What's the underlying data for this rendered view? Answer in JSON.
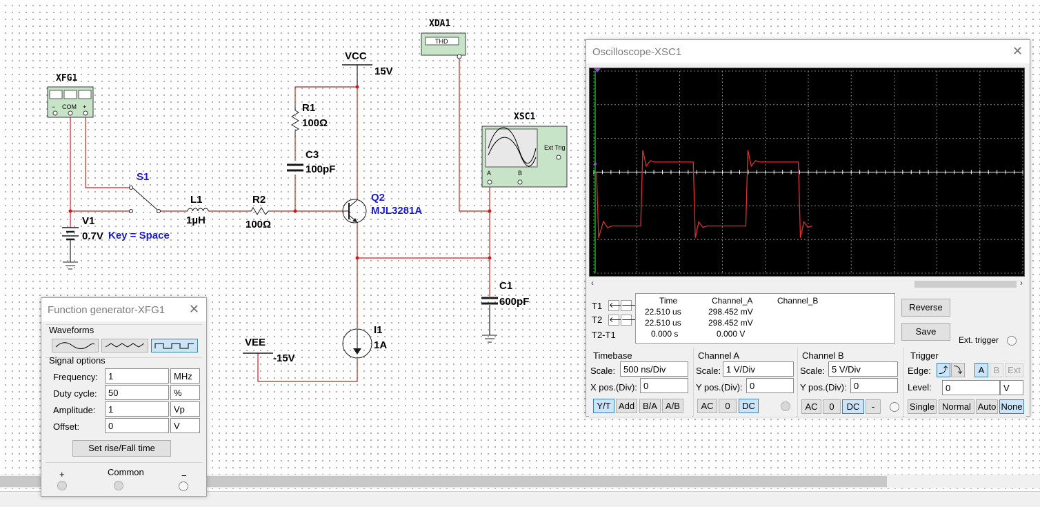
{
  "schematic": {
    "xfg1": {
      "ref": "XFG1",
      "com_label": "COM",
      "minus": "−",
      "plus": "+"
    },
    "xda1": {
      "ref": "XDA1",
      "label": "THD"
    },
    "xsc1": {
      "ref": "XSC1",
      "ext_trig": "Ext Trig",
      "a": "A",
      "b": "B"
    },
    "vcc": {
      "name": "VCC",
      "value": "15V"
    },
    "vee": {
      "name": "VEE",
      "value": "-15V"
    },
    "r1": {
      "ref": "R1",
      "value": "100Ω"
    },
    "r2": {
      "ref": "R2",
      "value": "100Ω"
    },
    "c3": {
      "ref": "C3",
      "value": "100pF"
    },
    "c1": {
      "ref": "C1",
      "value": "600pF"
    },
    "l1": {
      "ref": "L1",
      "value": "1µH"
    },
    "v1": {
      "ref": "V1",
      "value": "0.7V"
    },
    "s1": {
      "ref": "S1",
      "key": "Key = Space"
    },
    "q2": {
      "ref": "Q2",
      "model": "MJL3281A"
    },
    "i1": {
      "ref": "I1",
      "value": "1A"
    }
  },
  "function_generator": {
    "title": "Function generator-XFG1",
    "waveforms_label": "Waveforms",
    "waveforms": [
      "sine-wave-icon",
      "triangle-wave-icon",
      "square-wave-icon"
    ],
    "selected_waveform": "square",
    "signal_options_label": "Signal options",
    "fields": [
      {
        "label": "Frequency:",
        "value": "1",
        "unit": "MHz"
      },
      {
        "label": "Duty cycle:",
        "value": "50",
        "unit": "%"
      },
      {
        "label": "Amplitude:",
        "value": "1",
        "unit": "Vp"
      },
      {
        "label": "Offset:",
        "value": "0",
        "unit": "V"
      }
    ],
    "rise_fall_button": "Set rise/Fall time",
    "terminals": {
      "plus": "+",
      "common": "Common",
      "minus": "−"
    }
  },
  "oscilloscope": {
    "title": "Oscilloscope-XSC1",
    "trace_color": "#e03030",
    "t_rows": [
      {
        "label": "T1",
        "time": "22.510 us",
        "cha": "298.452 mV",
        "chb": ""
      },
      {
        "label": "T2",
        "time": "22.510 us",
        "cha": "298.452 mV",
        "chb": ""
      },
      {
        "label": "T2-T1",
        "time": "0.000 s",
        "cha": "0.000 V",
        "chb": ""
      }
    ],
    "headers": {
      "time": "Time",
      "cha": "Channel_A",
      "chb": "Channel_B"
    },
    "reverse_button": "Reverse",
    "save_button": "Save",
    "ext_trigger": "Ext. trigger",
    "timebase": {
      "title": "Timebase",
      "scale_label": "Scale:",
      "scale": "500 ns/Div",
      "xpos_label": "X pos.(Div):",
      "xpos": "0",
      "buttons": [
        "Y/T",
        "Add",
        "B/A",
        "A/B"
      ],
      "selected": "Y/T"
    },
    "channel_a": {
      "title": "Channel A",
      "scale_label": "Scale:",
      "scale": "1  V/Div",
      "ypos_label": "Y pos.(Div):",
      "ypos": "0",
      "buttons": [
        "AC",
        "0",
        "DC"
      ],
      "selected": "DC"
    },
    "channel_b": {
      "title": "Channel B",
      "scale_label": "Scale:",
      "scale": "5  V/Div",
      "ypos_label": "Y pos.(Div):",
      "ypos": "0",
      "buttons": [
        "AC",
        "0",
        "DC",
        "-"
      ],
      "selected": "DC"
    },
    "trigger": {
      "title": "Trigger",
      "edge_label": "Edge:",
      "level_label": "Level:",
      "level": "0",
      "level_unit": "V",
      "sources": [
        "A",
        "B",
        "Ext"
      ],
      "selected_source": "A",
      "modes": [
        "Single",
        "Normal",
        "Auto",
        "None"
      ],
      "selected_mode": "None"
    },
    "waveform": {
      "volts_per_div": 1,
      "time_per_div_ns": 500,
      "square_high_v": 0.3,
      "square_low_v": -1.6,
      "period_divs": 2.45,
      "overshoot_v": 0.35
    }
  }
}
